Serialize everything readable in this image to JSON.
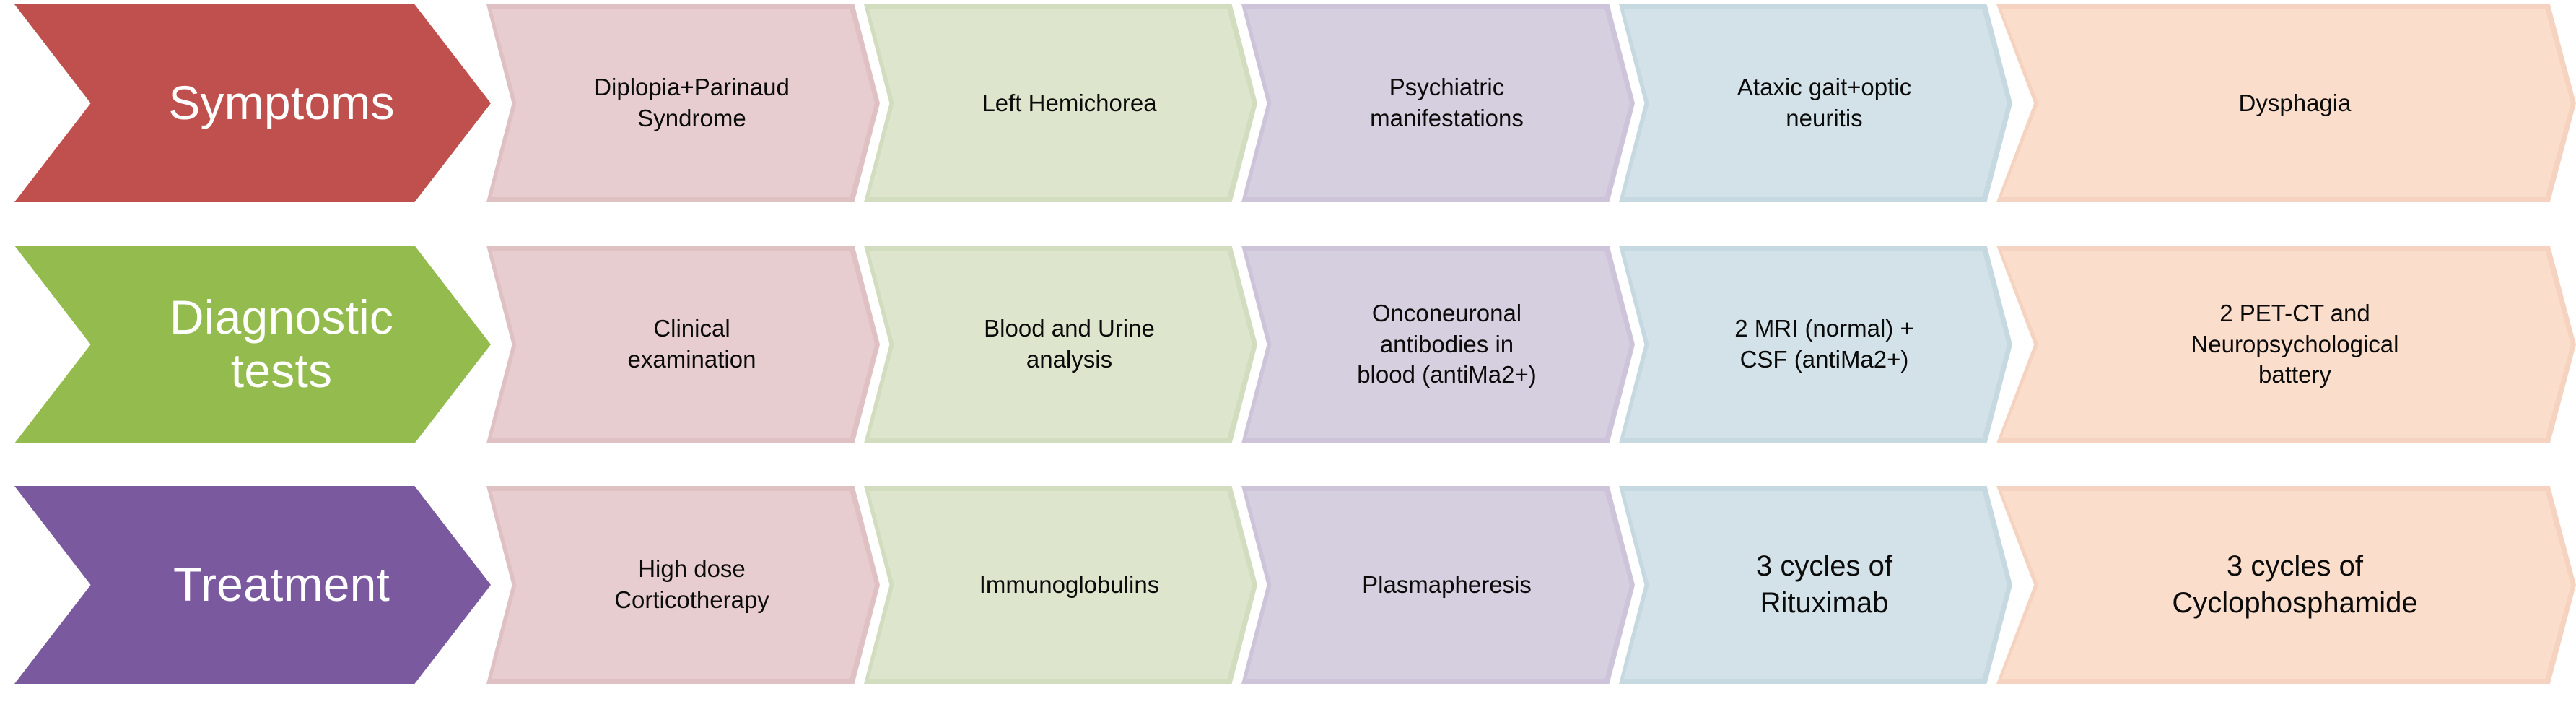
{
  "diagram": {
    "type": "chevron-process-rows",
    "background": "#ffffff",
    "palette": {
      "header_symptoms": "#c0504d",
      "header_diagnostic": "#94bb4e",
      "header_treatment": "#7a599f",
      "step_rose": "#e7cdcf",
      "step_green": "#dde5cc",
      "step_lavender": "#d6cfdf",
      "step_blue": "#d3e2e8",
      "step_peach": "#fbddcb",
      "step_rose_edge": "#dfc1c4",
      "step_green_edge": "#d2dcbf",
      "step_lavender_edge": "#cdc4da",
      "step_blue_edge": "#c6d9e1",
      "step_peach_edge": "#f5d3c0",
      "header_text": "#ffffff",
      "step_text": "#0b0b0b"
    },
    "rows": [
      {
        "id": "symptoms",
        "header": "Symptoms",
        "header_color": "#c0504d",
        "steps": [
          {
            "label": "Diplopia+Parinaud\nSyndrome",
            "color": "#e7cdcf",
            "edge": "#dfc1c4",
            "emphasis": false
          },
          {
            "label": "Left Hemichorea",
            "color": "#dde5cc",
            "edge": "#d2dcbf",
            "emphasis": false
          },
          {
            "label": "Psychiatric\nmanifestations",
            "color": "#d6cfdf",
            "edge": "#cdc4da",
            "emphasis": false
          },
          {
            "label": "Ataxic gait+optic\nneuritis",
            "color": "#d3e2e8",
            "edge": "#c6d9e1",
            "emphasis": false
          },
          {
            "label": "Dysphagia",
            "color": "#fbddcb",
            "edge": "#f5d3c0",
            "emphasis": false
          }
        ]
      },
      {
        "id": "diagnostic",
        "header": "Diagnostic\ntests",
        "header_color": "#94bb4e",
        "steps": [
          {
            "label": "Clinical\nexamination",
            "color": "#e7cdcf",
            "edge": "#dfc1c4",
            "emphasis": false
          },
          {
            "label": "Blood and Urine\nanalysis",
            "color": "#dde5cc",
            "edge": "#d2dcbf",
            "emphasis": false
          },
          {
            "label": "Onconeuronal\nantibodies in\nblood (antiMa2+)",
            "color": "#d6cfdf",
            "edge": "#cdc4da",
            "emphasis": false
          },
          {
            "label": "2 MRI (normal) +\nCSF (antiMa2+)",
            "color": "#d3e2e8",
            "edge": "#c6d9e1",
            "emphasis": false
          },
          {
            "label": "2 PET-CT and\nNeuropsychological\nbattery",
            "color": "#fbddcb",
            "edge": "#f5d3c0",
            "emphasis": false
          }
        ]
      },
      {
        "id": "treatment",
        "header": "Treatment",
        "header_color": "#7a599f",
        "steps": [
          {
            "label": "High dose\nCorticotherapy",
            "color": "#e7cdcf",
            "edge": "#dfc1c4",
            "emphasis": false
          },
          {
            "label": "Immunoglobulins",
            "color": "#dde5cc",
            "edge": "#d2dcbf",
            "emphasis": false
          },
          {
            "label": "Plasmapheresis",
            "color": "#d6cfdf",
            "edge": "#cdc4da",
            "emphasis": false
          },
          {
            "label": "3 cycles of\nRituximab",
            "color": "#d3e2e8",
            "edge": "#c6d9e1",
            "emphasis": true
          },
          {
            "label": "3 cycles of\nCyclophosphamide",
            "color": "#fbddcb",
            "edge": "#f5d3c0",
            "emphasis": true
          }
        ]
      }
    ]
  }
}
